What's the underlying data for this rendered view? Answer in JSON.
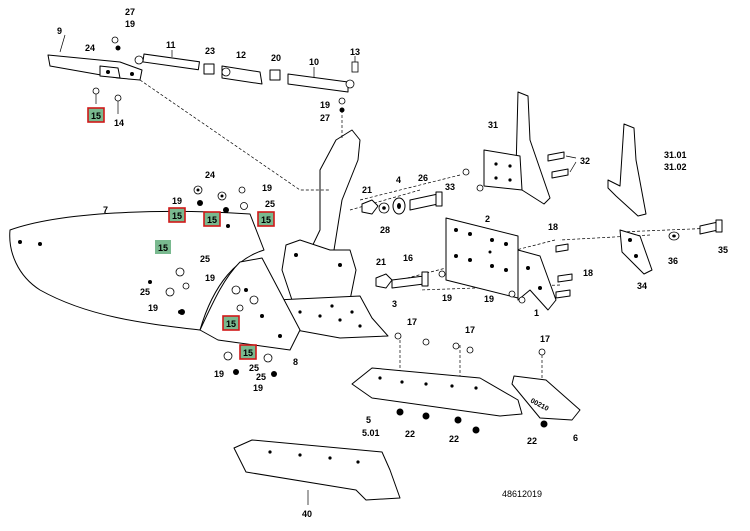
{
  "drawing_number": "48612019",
  "shin_marking": "00210",
  "highlight_colors": {
    "fill": "#79b98f",
    "border": "#d01818"
  },
  "labels": {
    "l9": "9",
    "l27a": "27",
    "l19a": "19",
    "l24a": "24",
    "l11": "11",
    "l23": "23",
    "l12": "12",
    "l20": "20",
    "l10": "10",
    "l13": "13",
    "l19b": "19",
    "l27b": "27",
    "l14": "14",
    "l31": "31",
    "l32": "32",
    "l3101": "31.01",
    "l3102": "31.02",
    "l33": "33",
    "l21a": "21",
    "l4": "4",
    "l26": "26",
    "l28": "28",
    "l2": "2",
    "l18a": "18",
    "l36": "36",
    "l35": "35",
    "l34": "34",
    "l7": "7",
    "l24b": "24",
    "l19c": "19",
    "l19d": "19",
    "l25a": "25",
    "l25b": "25",
    "l19e": "19",
    "l25c": "25",
    "l19f": "19",
    "l16": "16",
    "l21b": "21",
    "l19g": "19",
    "l18b": "18",
    "l19h": "19",
    "l1": "1",
    "l3": "3",
    "l17a": "17",
    "l17b": "17",
    "l17c": "17",
    "l8": "8",
    "l25d": "25",
    "l19i": "19",
    "l25e": "25",
    "l19j": "19",
    "l5": "5",
    "l501": "5.01",
    "l22a": "22",
    "l22b": "22",
    "l22c": "22",
    "l6": "6",
    "l40": "40"
  },
  "boxes": {
    "b1": "15",
    "b2": "15",
    "b3": "15",
    "b4": "15",
    "b5": "15",
    "b6": "15",
    "b7": "15",
    "b8": "15"
  }
}
